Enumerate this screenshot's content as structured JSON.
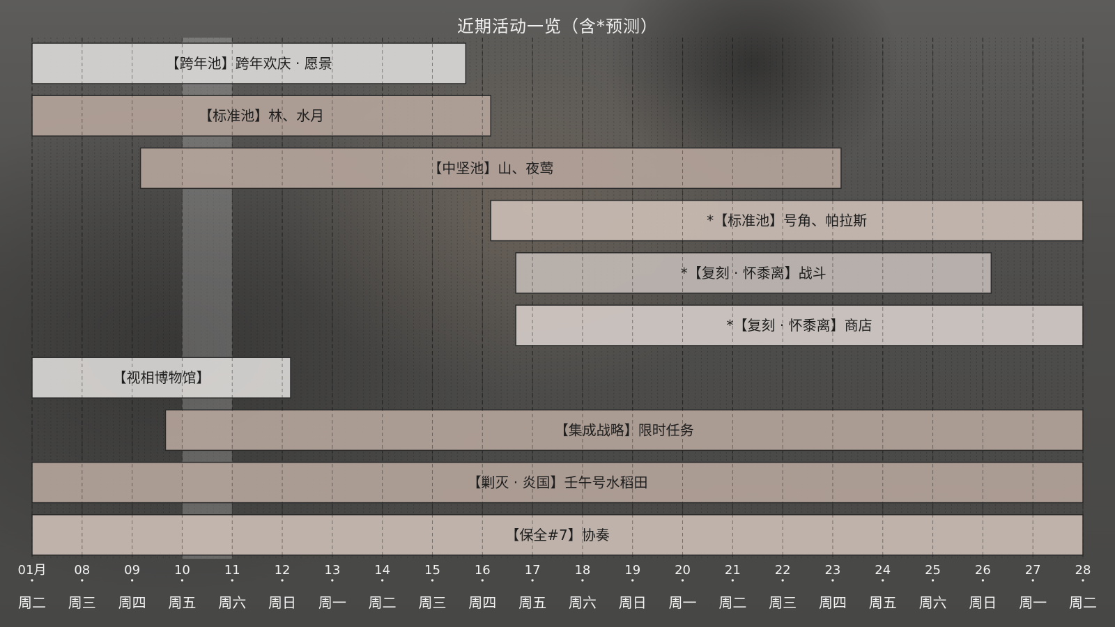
{
  "chart_data": {
    "type": "gantt",
    "title": "近期活动一览（含*预测）",
    "x_ticks": [
      {
        "date": "01月",
        "dow": "周二"
      },
      {
        "date": "08",
        "dow": "周三"
      },
      {
        "date": "09",
        "dow": "周四"
      },
      {
        "date": "10",
        "dow": "周五"
      },
      {
        "date": "11",
        "dow": "周六"
      },
      {
        "date": "12",
        "dow": "周日"
      },
      {
        "date": "13",
        "dow": "周一"
      },
      {
        "date": "14",
        "dow": "周二"
      },
      {
        "date": "15",
        "dow": "周三"
      },
      {
        "date": "16",
        "dow": "周四"
      },
      {
        "date": "17",
        "dow": "周五"
      },
      {
        "date": "18",
        "dow": "周六"
      },
      {
        "date": "19",
        "dow": "周日"
      },
      {
        "date": "20",
        "dow": "周一"
      },
      {
        "date": "21",
        "dow": "周二"
      },
      {
        "date": "22",
        "dow": "周三"
      },
      {
        "date": "23",
        "dow": "周四"
      },
      {
        "date": "24",
        "dow": "周五"
      },
      {
        "date": "25",
        "dow": "周六"
      },
      {
        "date": "26",
        "dow": "周日"
      },
      {
        "date": "27",
        "dow": "周一"
      },
      {
        "date": "28",
        "dow": "周二"
      }
    ],
    "highlight_day": "10",
    "grid": true,
    "events": [
      {
        "label": "【跨年池】跨年欢庆 · 愿景",
        "start": "01-07",
        "end": "01-15 16:00",
        "color": "#d9d7d5"
      },
      {
        "label": "【标准池】林、水月",
        "start": "01-07",
        "end": "01-16 04:00",
        "color": "#b3a39a"
      },
      {
        "label": "【中坚池】山、夜莺",
        "start": "01-09 04:00",
        "end": "01-23 04:00",
        "color": "#b3a39a"
      },
      {
        "label": "*【标准池】号角、帕拉斯",
        "start": "01-16 04:00",
        "end": "01-28",
        "color": "#c9bcb3"
      },
      {
        "label": "*【复刻 · 怀黍离】战斗",
        "start": "01-16 16:00",
        "end": "01-26 04:00",
        "color": "#bfb7b3"
      },
      {
        "label": "*【复刻 · 怀黍离】商店",
        "start": "01-16 16:00",
        "end": "01-28",
        "color": "#d2cac5"
      },
      {
        "label": "【视相博物馆】",
        "start": "01-07",
        "end": "01-12 04:00",
        "color": "#d9d7d5"
      },
      {
        "label": "【集成战略】限时任务",
        "start": "01-09 16:00",
        "end": "01-28",
        "color": "#b3a39a"
      },
      {
        "label": "【剿灭 · 炎国】壬午号水稻田",
        "start": "01-07",
        "end": "01-28",
        "color": "#b3a39a"
      },
      {
        "label": "【保全#7】协奏",
        "start": "01-07",
        "end": "01-28",
        "color": "#c9bcb3"
      }
    ]
  }
}
